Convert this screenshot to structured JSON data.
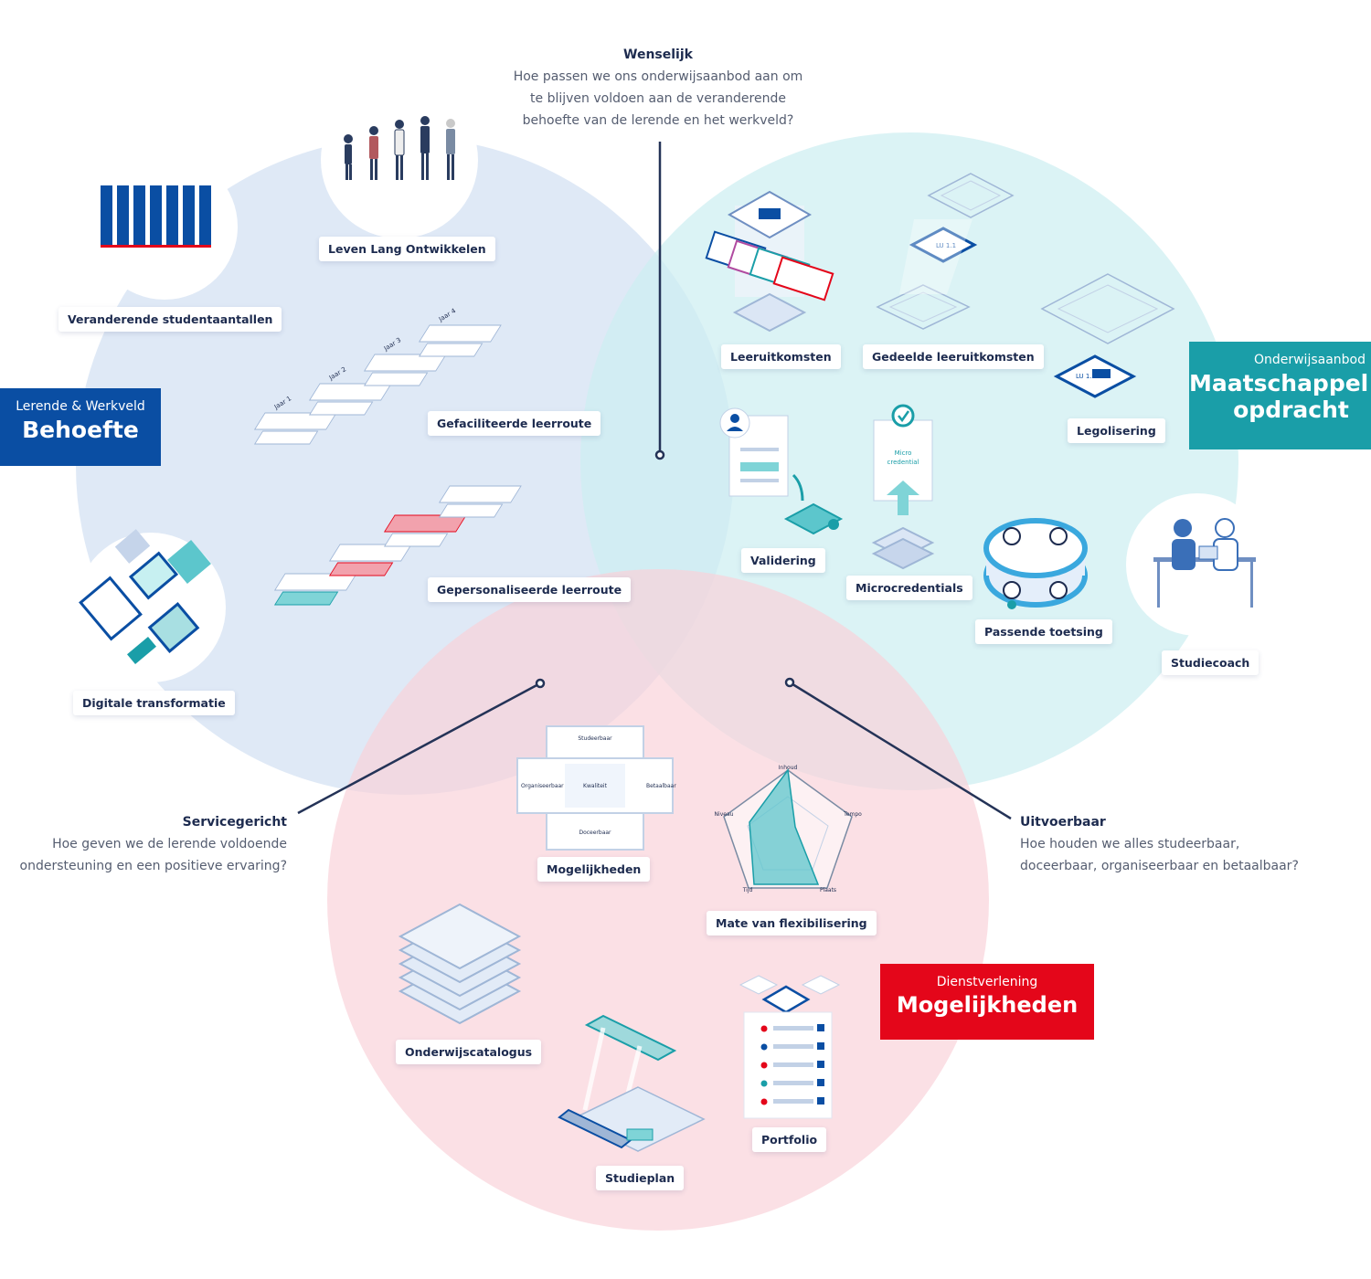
{
  "questions": {
    "top": {
      "title": "Wenselijk",
      "lines": [
        "Hoe passen we ons onderwijsaanbod aan om",
        "te blijven voldoen aan de veranderende",
        "behoefte van de lerende en het werkveld?"
      ]
    },
    "left": {
      "title": "Servicegericht",
      "lines": [
        "Hoe geven we de lerende voldoende",
        "ondersteuning en een positieve ervaring?"
      ]
    },
    "right": {
      "title": "Uitvoerbaar",
      "lines": [
        "Hoe houden we alles studeerbaar,",
        "doceerbaar, organiseerbaar en betaalbaar?"
      ]
    }
  },
  "banners": {
    "blue": {
      "sub": "Lerende & Werkveld",
      "main": "Behoefte",
      "color": "#0a4ea3"
    },
    "teal": {
      "sub": "Onderwijsaanbod",
      "main_line1": "Maatschappel",
      "main_line2": "opdracht",
      "color": "#1a9ea8"
    },
    "red": {
      "sub": "Dienstverlening",
      "main": "Mogelijkheden",
      "color": "#e4061a"
    }
  },
  "labels": {
    "leven_lang": "Leven Lang Ontwikkelen",
    "studentaantallen": "Veranderende studentaantallen",
    "gefaciliteerde": "Gefaciliteerde leerroute",
    "gepersonaliseerde": "Gepersonaliseerde leerroute",
    "digitale": "Digitale transformatie",
    "leeruitkomsten": "Leeruitkomsten",
    "gedeelde": "Gedeelde leeruitkomsten",
    "legolisering": "Legolisering",
    "validering": "Validering",
    "microcredentials": "Microcredentials",
    "passende_toetsing": "Passende toetsing",
    "studiecoach": "Studiecoach",
    "mogelijkheden": "Mogelijkheden",
    "flexibilisering": "Mate van flexibilisering",
    "onderwijscatalogus": "Onderwijscatalogus",
    "portfolio": "Portfolio",
    "studieplan": "Studieplan"
  },
  "small_text": {
    "jaar": [
      "Jaar 1",
      "Jaar 2",
      "Jaar 3",
      "Jaar 4"
    ],
    "lu": "LU 1.1",
    "micro_credential": [
      "Micro",
      "credential"
    ],
    "mogelijkheden_box": {
      "top": "Studeerbaar",
      "left": "Organiseerbaar",
      "center": "Kwaliteit",
      "right": "Betaalbaar",
      "bottom": "Doceerbaar"
    },
    "radar": {
      "top": "Inhoud",
      "right": "Tempo",
      "bottom_right": "Plaats",
      "bottom_left": "Tijd",
      "left": "Niveau"
    }
  },
  "colors": {
    "blue_circle": "#dde8f6",
    "teal_circle": "#d6f1f3",
    "red_circle": "#fbdde2",
    "navy": "#1d2b4f",
    "teal": "#1a9ea8",
    "red": "#e4061a"
  }
}
